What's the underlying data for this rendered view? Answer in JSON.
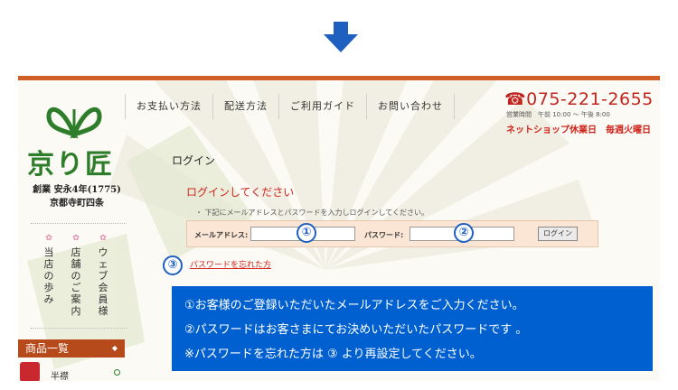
{
  "colors": {
    "accent": "#d06028",
    "brand_green": "#2e7d2a",
    "red": "#d0241c",
    "info_blue": "#0060d0"
  },
  "logo": {
    "mark_icon": "butterfly-logo-icon",
    "name": "京り匠"
  },
  "founded": {
    "line1": "創業 安永4年(1775)",
    "line2": "京都寺町四条"
  },
  "sidebar": {
    "items": [
      {
        "label": "当店の歩み"
      },
      {
        "label": "店舗のご案内"
      },
      {
        "label": "ウェブ会員様"
      }
    ],
    "category_header": "商品一覧",
    "category_item": "半襟"
  },
  "nav": [
    {
      "label": "お支払い方法"
    },
    {
      "label": "配送方法"
    },
    {
      "label": "ご利用ガイド"
    },
    {
      "label": "お問い合わせ"
    }
  ],
  "contact": {
    "phone": "075-221-2655",
    "hours": "営業時間　午前 10:00 〜 午後 8:00",
    "closed": "ネットショップ休業日　毎週火曜日"
  },
  "main": {
    "title": "ログイン",
    "heading": "ログインしてください",
    "instruction": "・ 下記にメールアドレスとパスワードを入力しログインしてください。",
    "email_label": "メールアドレス:",
    "password_label": "パスワード:",
    "login_button": "ログイン",
    "forgot_link": "パスワードを忘れた方"
  },
  "markers": {
    "m1": "①",
    "m2": "②",
    "m3": "③"
  },
  "info_box": {
    "line1": "①お客様のご登録いただいたメールアドレスをご入力ください。",
    "line2": "②パスワードはお客さまにてお決めいただいたパスワードです 。",
    "line3": "※パスワードを忘れた方は ③ より再設定してください。"
  }
}
